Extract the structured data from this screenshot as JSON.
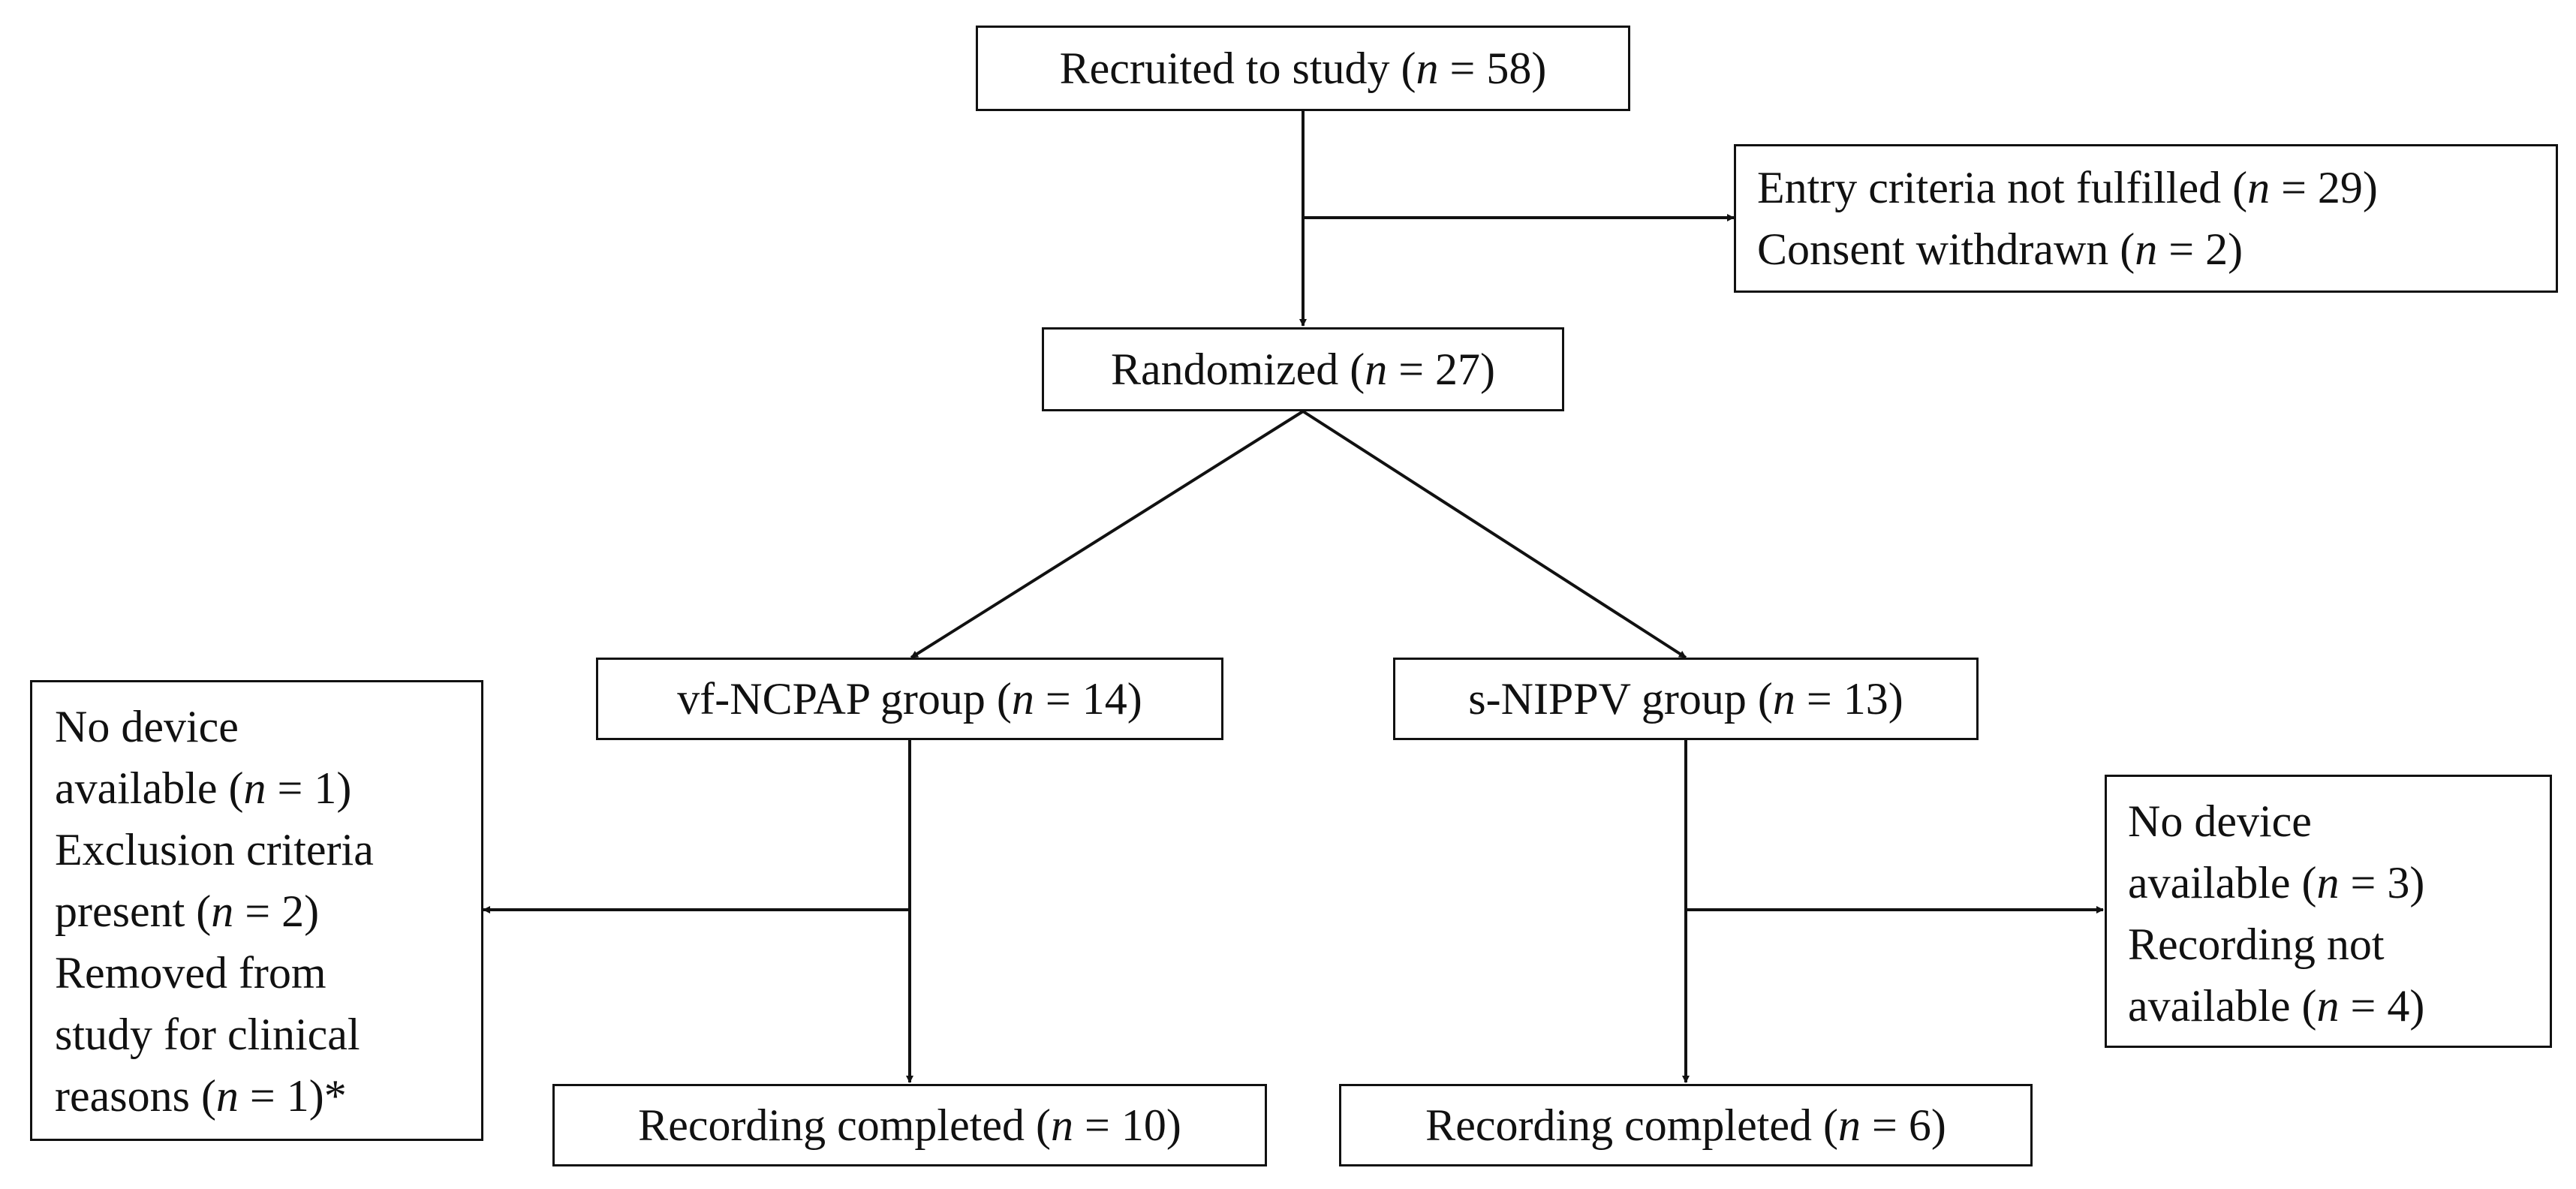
{
  "boxes": {
    "recruited": {
      "label": "Recruited to study (",
      "n": "n",
      "rest": " = 58)"
    },
    "excluded": {
      "lines": [
        {
          "label": "Entry criteria not fulfilled (",
          "n": "n",
          "rest": " = 29)"
        },
        {
          "label": "Consent withdrawn (",
          "n": "n",
          "rest": " = 2)"
        }
      ]
    },
    "randomized": {
      "label": "Randomized (",
      "n": "n",
      "rest": " = 27)"
    },
    "vf_ncpap": {
      "label": "vf-NCPAP group (",
      "n": "n",
      "rest": " = 14)"
    },
    "s_nippv": {
      "label": "s-NIPPV group (",
      "n": "n",
      "rest": " = 13)"
    },
    "vf_ncpap_excluded": {
      "lines": [
        {
          "label": "No device",
          "n": "",
          "rest": ""
        },
        {
          "label": "available (",
          "n": "n",
          "rest": " = 1)"
        },
        {
          "label": "Exclusion criteria",
          "n": "",
          "rest": ""
        },
        {
          "label": "present (",
          "n": "n",
          "rest": " = 2)"
        },
        {
          "label": "Removed from",
          "n": "",
          "rest": ""
        },
        {
          "label": "study for clinical",
          "n": "",
          "rest": ""
        },
        {
          "label": "reasons (",
          "n": "n",
          "rest": " = 1)*"
        }
      ]
    },
    "s_nippv_excluded": {
      "lines": [
        {
          "label": "No device",
          "n": "",
          "rest": ""
        },
        {
          "label": "available (",
          "n": "n",
          "rest": " = 3)"
        },
        {
          "label": "Recording not",
          "n": "",
          "rest": ""
        },
        {
          "label": "available (",
          "n": "n",
          "rest": " = 4)"
        }
      ]
    },
    "vf_ncpap_completed": {
      "label": "Recording completed (",
      "n": "n",
      "rest": " = 10)"
    },
    "s_nippv_completed": {
      "label": "Recording completed (",
      "n": "n",
      "rest": " = 6)"
    }
  },
  "colors": {
    "stroke": "#111111",
    "background": "#ffffff"
  }
}
